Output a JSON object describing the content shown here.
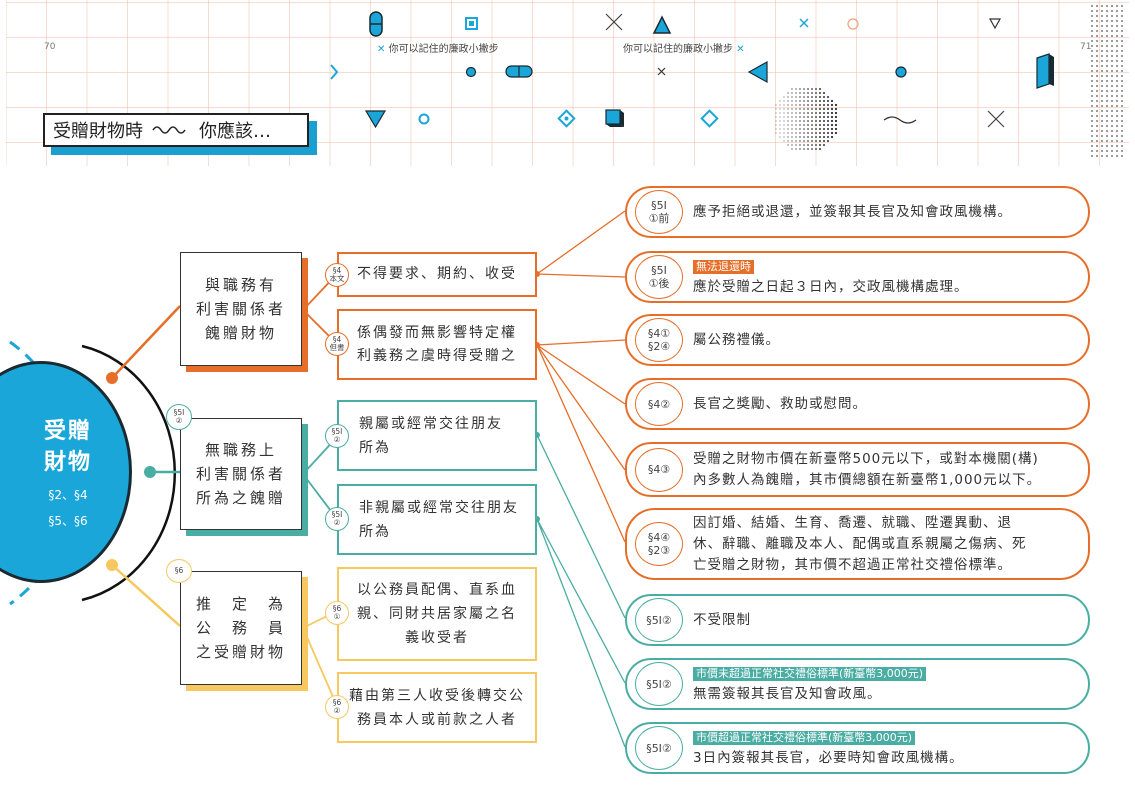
{
  "header": {
    "page_left": "70",
    "page_right": "71",
    "running_head": "你可以記住的廉政小撇步",
    "running_mark": "✕",
    "title_left": "受贈財物時",
    "title_right": "你應該…"
  },
  "colors": {
    "orange": "#e66e28",
    "teal": "#4aada3",
    "yellow": "#f6c85f",
    "blue": "#1aa6d8",
    "dark": "#1a2a33"
  },
  "root": {
    "title_line1": "受贈",
    "title_line2": "財物",
    "ref_line1": "§2、§4",
    "ref_line2": "§5、§6"
  },
  "categories": [
    {
      "lines": [
        "與職務有",
        "利害關係者",
        "餽贈財物"
      ]
    },
    {
      "badge": [
        "§5Ⅰ",
        "②"
      ],
      "lines": [
        "無職務上",
        "利害關係者",
        "所為之餽贈"
      ]
    },
    {
      "badge": [
        "§6"
      ],
      "lines": [
        "推　定　為",
        "公　務　員",
        "之受贈財物"
      ]
    }
  ],
  "conditions": [
    {
      "badge": [
        "§4",
        "本文"
      ],
      "lines": [
        "不得要求、期約、收受"
      ]
    },
    {
      "badge": [
        "§4",
        "但書"
      ],
      "lines": [
        "係偶發而無影響特定權",
        "利義務之虞時得受贈之"
      ]
    },
    {
      "badge": [
        "§5Ⅰ",
        "②"
      ],
      "lines": [
        "親屬或經常交往朋友",
        "所為"
      ]
    },
    {
      "badge": [
        "§5Ⅰ",
        "②"
      ],
      "lines": [
        "非親屬或經常交往朋友",
        "所為"
      ]
    },
    {
      "badge": [
        "§6",
        "①"
      ],
      "lines": [
        "以公務員配偶、直系血",
        "親、同財共居家屬之名",
        "義收受者"
      ]
    },
    {
      "badge": [
        "§6",
        "②"
      ],
      "lines": [
        "藉由第三人收受後轉交公",
        "務員本人或前款之人者"
      ]
    }
  ],
  "outcomes": [
    {
      "law": [
        "§5Ⅰ",
        "①前"
      ],
      "tag": "",
      "lines": [
        "應予拒絕或退還，並簽報其長官及知會政風機構。"
      ]
    },
    {
      "law": [
        "§5Ⅰ",
        "①後"
      ],
      "tag": "無法退還時",
      "lines": [
        "應於受贈之日起３日內，交政風機構處理。"
      ]
    },
    {
      "law": [
        "§4①",
        "§2④"
      ],
      "tag": "",
      "lines": [
        "屬公務禮儀。"
      ]
    },
    {
      "law": [
        "§4②"
      ],
      "tag": "",
      "lines": [
        "長官之獎勵、救助或慰問。"
      ]
    },
    {
      "law": [
        "§4③"
      ],
      "tag": "",
      "lines": [
        "受贈之財物市價在新臺幣500元以下，或對本機關(構)",
        "內多數人為餽贈，其市價總額在新臺幣1,000元以下。"
      ]
    },
    {
      "law": [
        "§4④",
        "§2③"
      ],
      "tag": "",
      "lines": [
        "因訂婚、結婚、生育、喬遷、就職、陞遷異動、退",
        "休、辭職、離職及本人、配偶或直系親屬之傷病、死",
        "亡受贈之財物，其市價不超過正常社交禮俗標準。"
      ]
    },
    {
      "law": [
        "§5Ⅰ②"
      ],
      "tag": "",
      "lines": [
        "不受限制"
      ]
    },
    {
      "law": [
        "§5Ⅰ②"
      ],
      "tag": "市價未超過正常社交禮俗標準(新臺幣3,000元)",
      "lines": [
        "無需簽報其長官及知會政風。"
      ]
    },
    {
      "law": [
        "§5Ⅰ②"
      ],
      "tag": "市價超過正常社交禮俗標準(新臺幣3,000元)",
      "lines": [
        "3日內簽報其長官，必要時知會政風機構。"
      ]
    }
  ]
}
